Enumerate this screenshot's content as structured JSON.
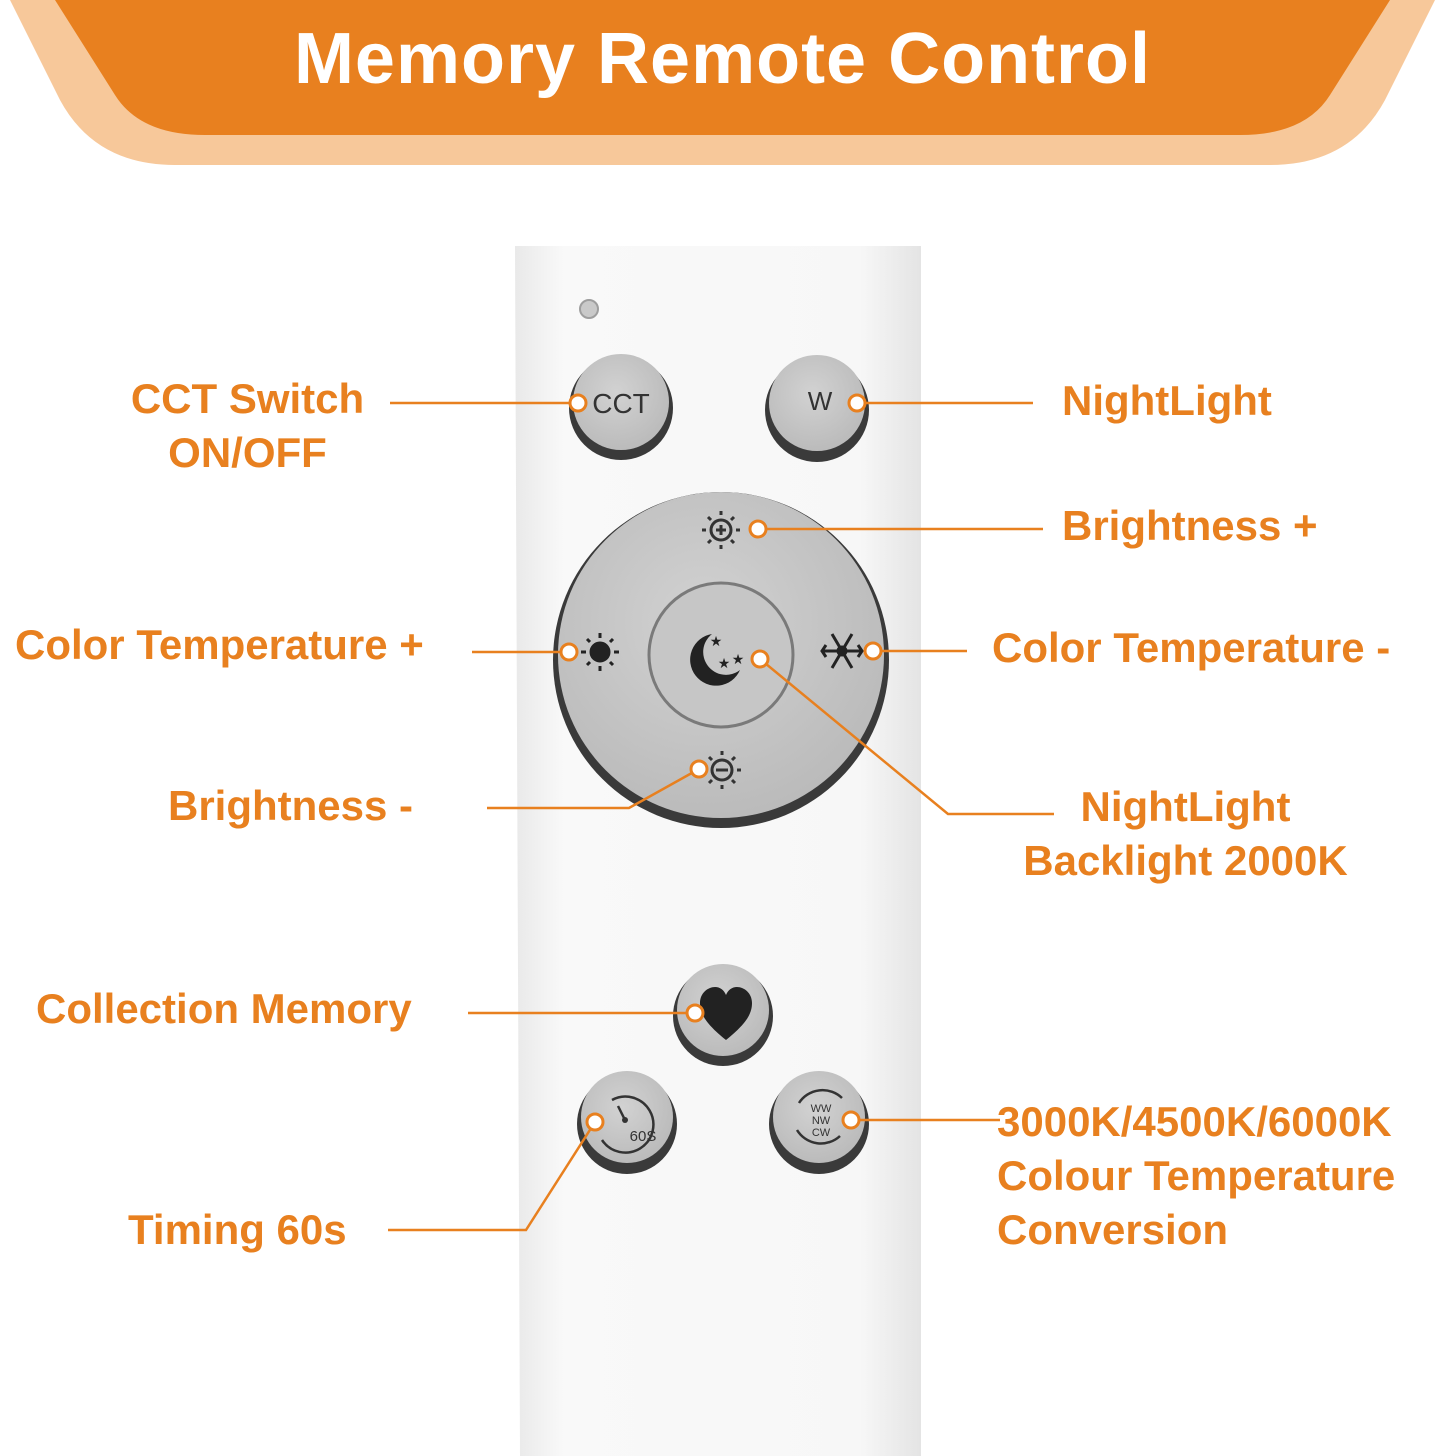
{
  "title": "Memory Remote Control",
  "colors": {
    "accent": "#e8801f",
    "header_outer": "#f7c89a",
    "button": "#c7c7c7",
    "remote_body": "#f6f6f6"
  },
  "buttons": {
    "cct": "CCT",
    "w": "W",
    "timer": "60S",
    "cycle": [
      "WW",
      "NW",
      "CW"
    ]
  },
  "labels": {
    "cct_switch": [
      "CCT Switch",
      "ON/OFF"
    ],
    "nightlight": "NightLight",
    "brightness_plus": "Brightness +",
    "color_temp_plus": "Color Temperature +",
    "color_temp_minus": "Color Temperature -",
    "brightness_minus": "Brightness -",
    "nightlight_backlight": [
      "NightLight",
      "Backlight 2000K"
    ],
    "collection_memory": "Collection Memory",
    "timing": "Timing 60s",
    "conversion": [
      "3000K/4500K/6000K",
      "Colour Temperature",
      "Conversion"
    ]
  }
}
